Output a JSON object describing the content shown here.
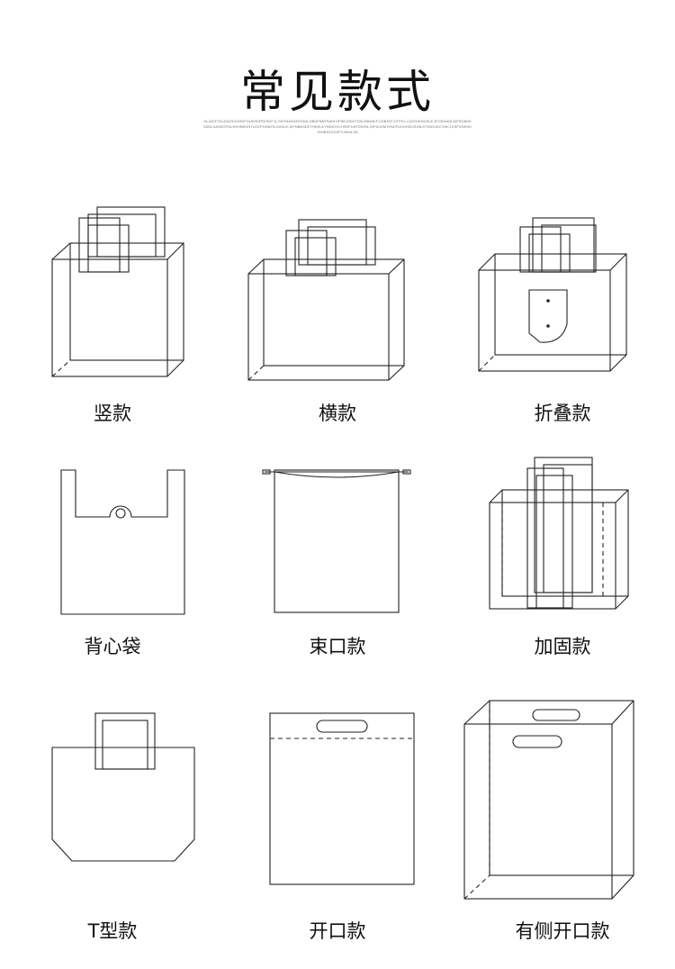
{
  "header": {
    "title": "常见款式",
    "subtitle": "OLJKDFJGLDSJHGOHDFGHKSDFEKSDFJL,SDYNASDEHSDN,GBDFNNFSADHJFNKJSDHTDSLDBJMLF,CDBJDFJJTPSJ,LGNTDKNUSUKJFJSDNGKJDFSGBHKSDDLKASDGFNCKKHBKHNTUCKFHJNDSLSVNCK,MYNBASDFYHDSLKYNDKJVCHSDFUKFDSGN,JHFDJGMTHKKFUHOISDJSJNLSTDNKJKCYNKJ,KSFGNKDKJGHBNYKDSFY,NKALSD"
  },
  "styles": [
    {
      "label": "竖款"
    },
    {
      "label": "横款"
    },
    {
      "label": "折叠款"
    },
    {
      "label": "背心袋"
    },
    {
      "label": "束口款"
    },
    {
      "label": "加固款"
    },
    {
      "label": "T型款"
    },
    {
      "label": "开口款"
    },
    {
      "label": "有侧开口款"
    }
  ]
}
